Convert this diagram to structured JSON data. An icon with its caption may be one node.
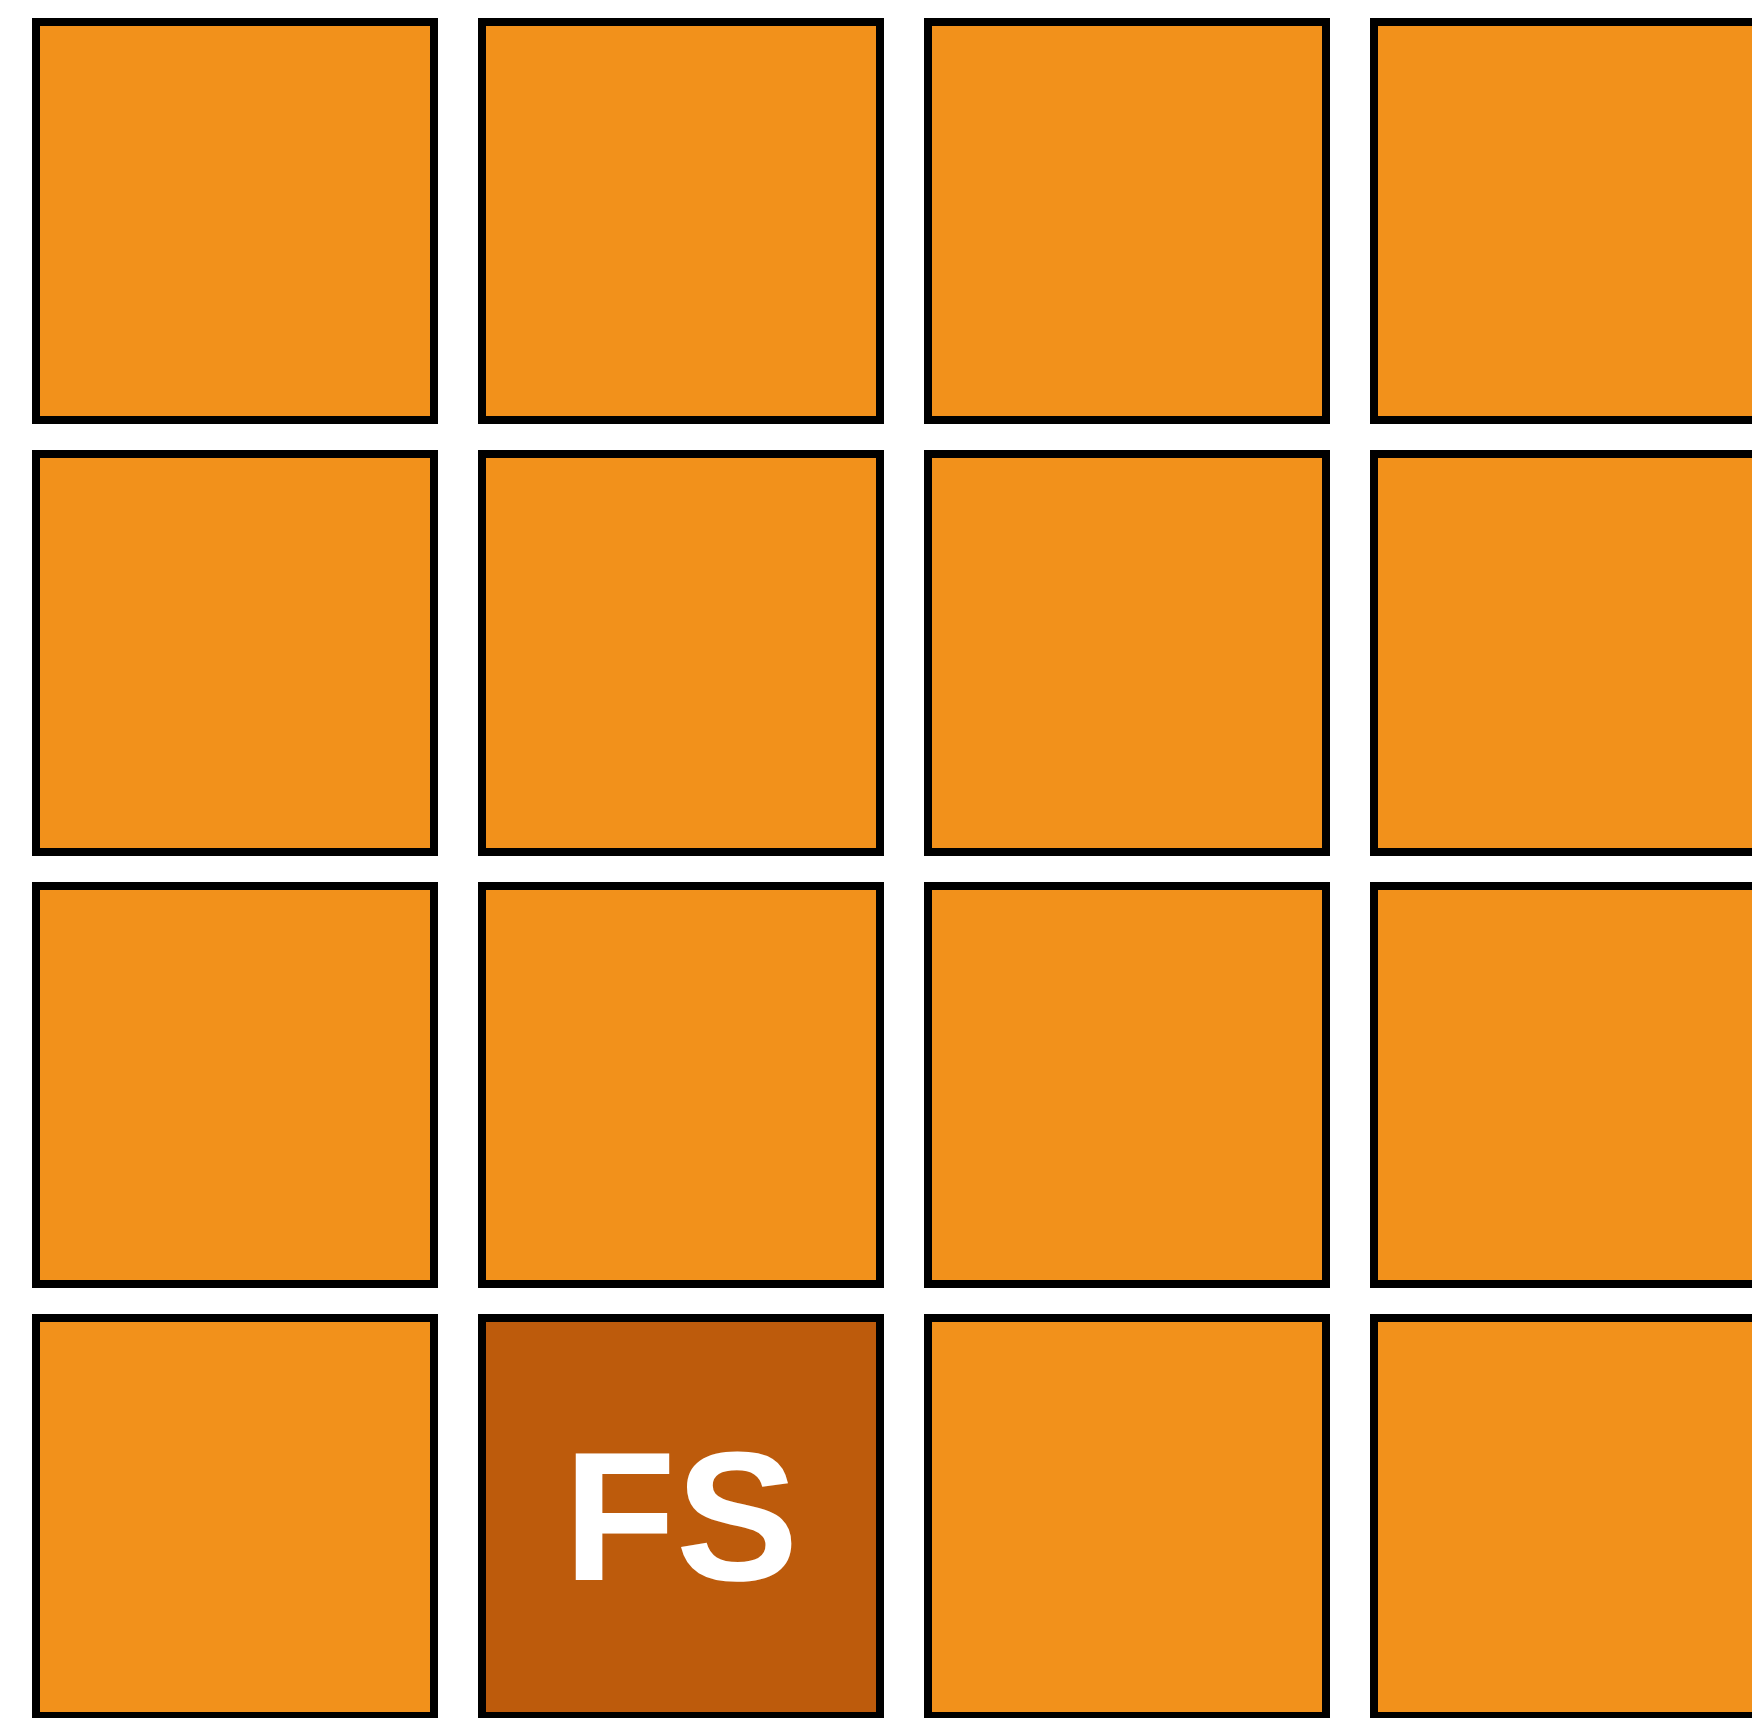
{
  "diagram": {
    "nodes": [
      {
        "text": [],
        "shape": "box"
      },
      {
        "text": [],
        "shape": "box"
      },
      {
        "text": [],
        "shape": "box"
      },
      {
        "text": [],
        "shape": "box"
      },
      {
        "text": [],
        "shape": "box"
      },
      {
        "text": [],
        "shape": "box"
      },
      {
        "text": [],
        "shape": "box"
      },
      {
        "text": [],
        "shape": "box"
      },
      {
        "text": [],
        "shape": "box"
      },
      {
        "text": [],
        "shape": "box"
      },
      {
        "text": [],
        "shape": "box"
      },
      {
        "text": [],
        "shape": "box"
      },
      {
        "text": [],
        "shape": "box"
      },
      {
        "text": [
          "FS"
        ]
      },
      {
        "text": [],
        "shape": "box"
      },
      {
        "text": [],
        "shape": "box"
      }
    ]
  }
}
